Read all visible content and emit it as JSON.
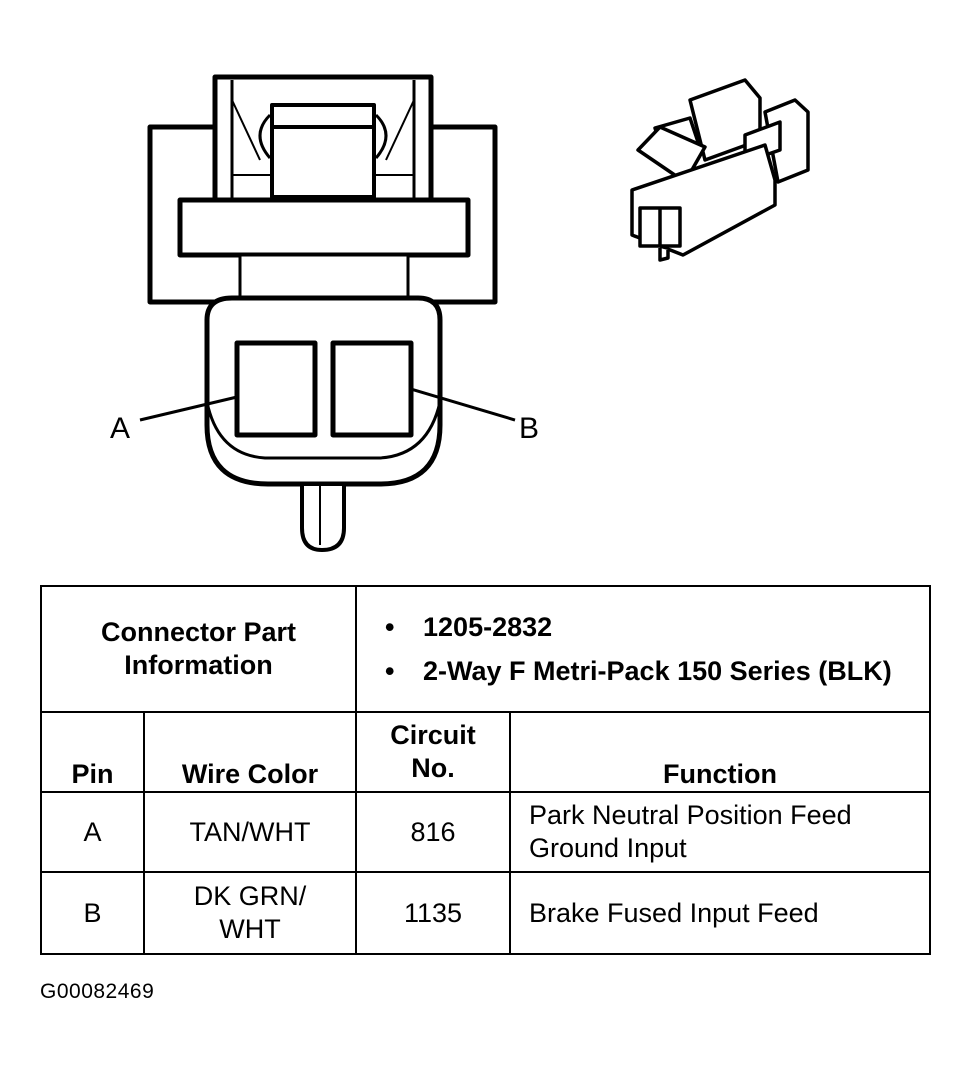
{
  "callouts": {
    "pin_a": "A",
    "pin_b": "B"
  },
  "table": {
    "part_info_label": "Connector Part Information",
    "part_info": [
      "1205-2832",
      "2-Way F Metri-Pack 150 Series (BLK)"
    ],
    "bullet": "•",
    "headers": {
      "pin": "Pin",
      "wire_color": "Wire Color",
      "circuit": "Circuit No.",
      "function": "Function"
    },
    "rows": [
      {
        "pin": "A",
        "wire_color": "TAN/WHT",
        "circuit": "816",
        "function": "Park Neutral Position Feed Ground Input"
      },
      {
        "pin": "B",
        "wire_color": "DK GRN/ WHT",
        "circuit": "1135",
        "function": "Brake Fused Input Feed"
      }
    ]
  },
  "figure_id": "G00082469"
}
